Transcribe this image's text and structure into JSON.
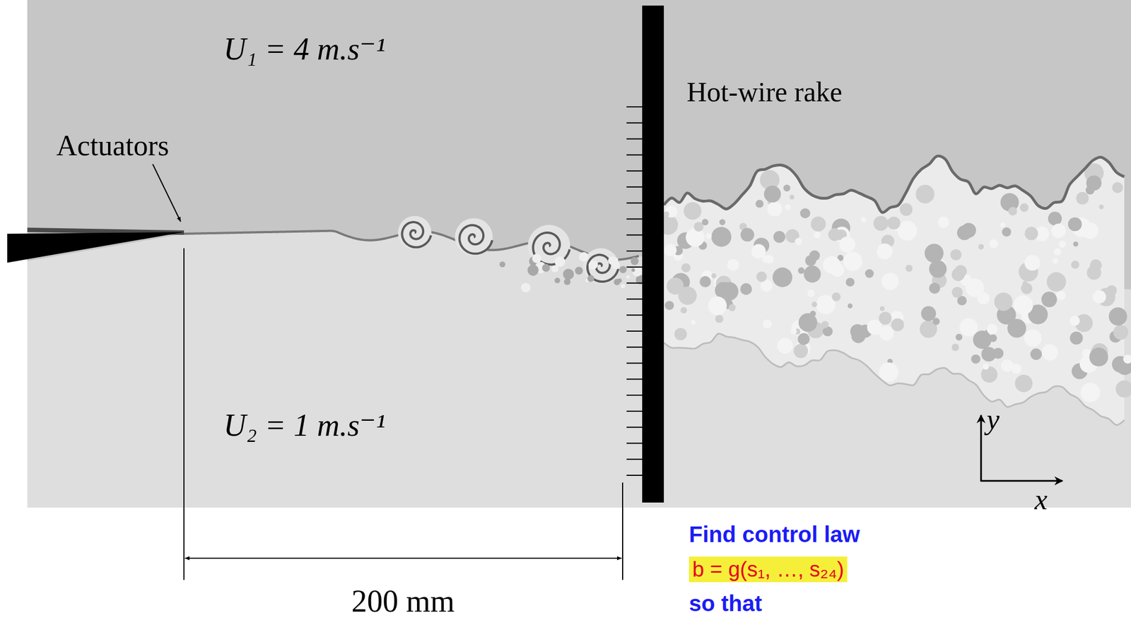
{
  "diagram": {
    "labels": [
      "U₁ = 4 m.s⁻¹",
      "Actuators",
      "Hot-wire rake",
      "U₂ = 1 m.s⁻¹",
      "y",
      "x",
      "200 mm",
      "Find control law",
      "b = g(s₁, …, s₂₄)",
      "so that"
    ]
  }
}
